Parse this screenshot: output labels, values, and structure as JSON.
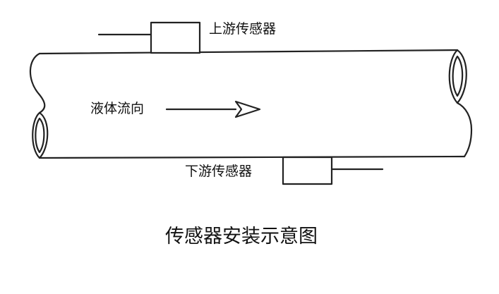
{
  "labels": {
    "upstream_sensor": "上游传感器",
    "downstream_sensor": "下游传感器",
    "flow_direction": "液体流向",
    "caption": "传感器安装示意图"
  },
  "colors": {
    "line": "#222222",
    "text": "#111111",
    "background": "#ffffff"
  }
}
